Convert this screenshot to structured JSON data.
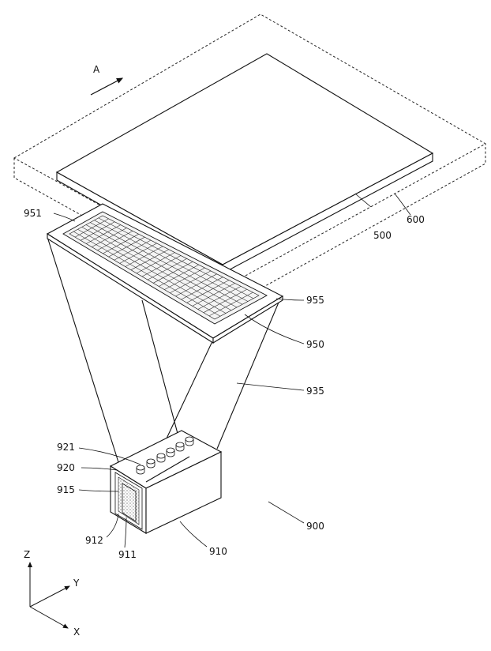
{
  "labels": {
    "view_arrow": "A",
    "stage": "600",
    "substrate": "500",
    "plate_951": "951",
    "frame_955": "955",
    "plate_950": "950",
    "hood_935": "935",
    "tube_921": "921",
    "tube_920": "920",
    "part_915": "915",
    "part_912": "912",
    "part_911": "911",
    "unit_910": "910",
    "assembly_900": "900"
  },
  "axes": {
    "z": "Z",
    "y": "Y",
    "x": "X"
  }
}
